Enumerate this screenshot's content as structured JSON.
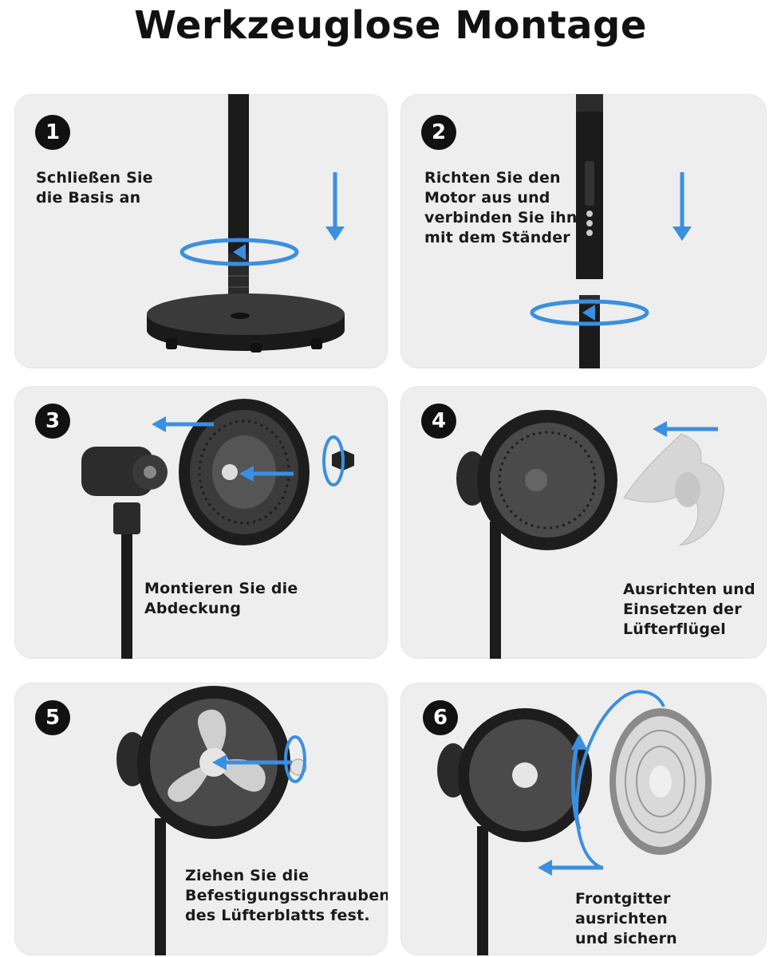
{
  "title": "Werkzeuglose Montage",
  "accent_color": "#3b8fe0",
  "steps": [
    {
      "number": "1",
      "lines": [
        "Schließen Sie",
        "die Basis an"
      ]
    },
    {
      "number": "2",
      "lines": [
        "Richten Sie den",
        "Motor aus und",
        "verbinden Sie ihn",
        "mit dem Ständer"
      ]
    },
    {
      "number": "3",
      "lines": [
        "Montieren Sie die Abdeckung"
      ]
    },
    {
      "number": "4",
      "lines": [
        "Ausrichten und",
        "Einsetzen der",
        "Lüfterflügel"
      ]
    },
    {
      "number": "5",
      "lines": [
        "Ziehen Sie die",
        "Befestigungsschrauben",
        "des Lüfterblatts fest."
      ]
    },
    {
      "number": "6",
      "lines": [
        "Frontgitter ausrichten",
        "und sichern"
      ]
    }
  ],
  "icons": [
    "arrow-down-icon",
    "rotate-arrow-icon",
    "arrow-left-icon",
    "arrow-up-icon"
  ]
}
